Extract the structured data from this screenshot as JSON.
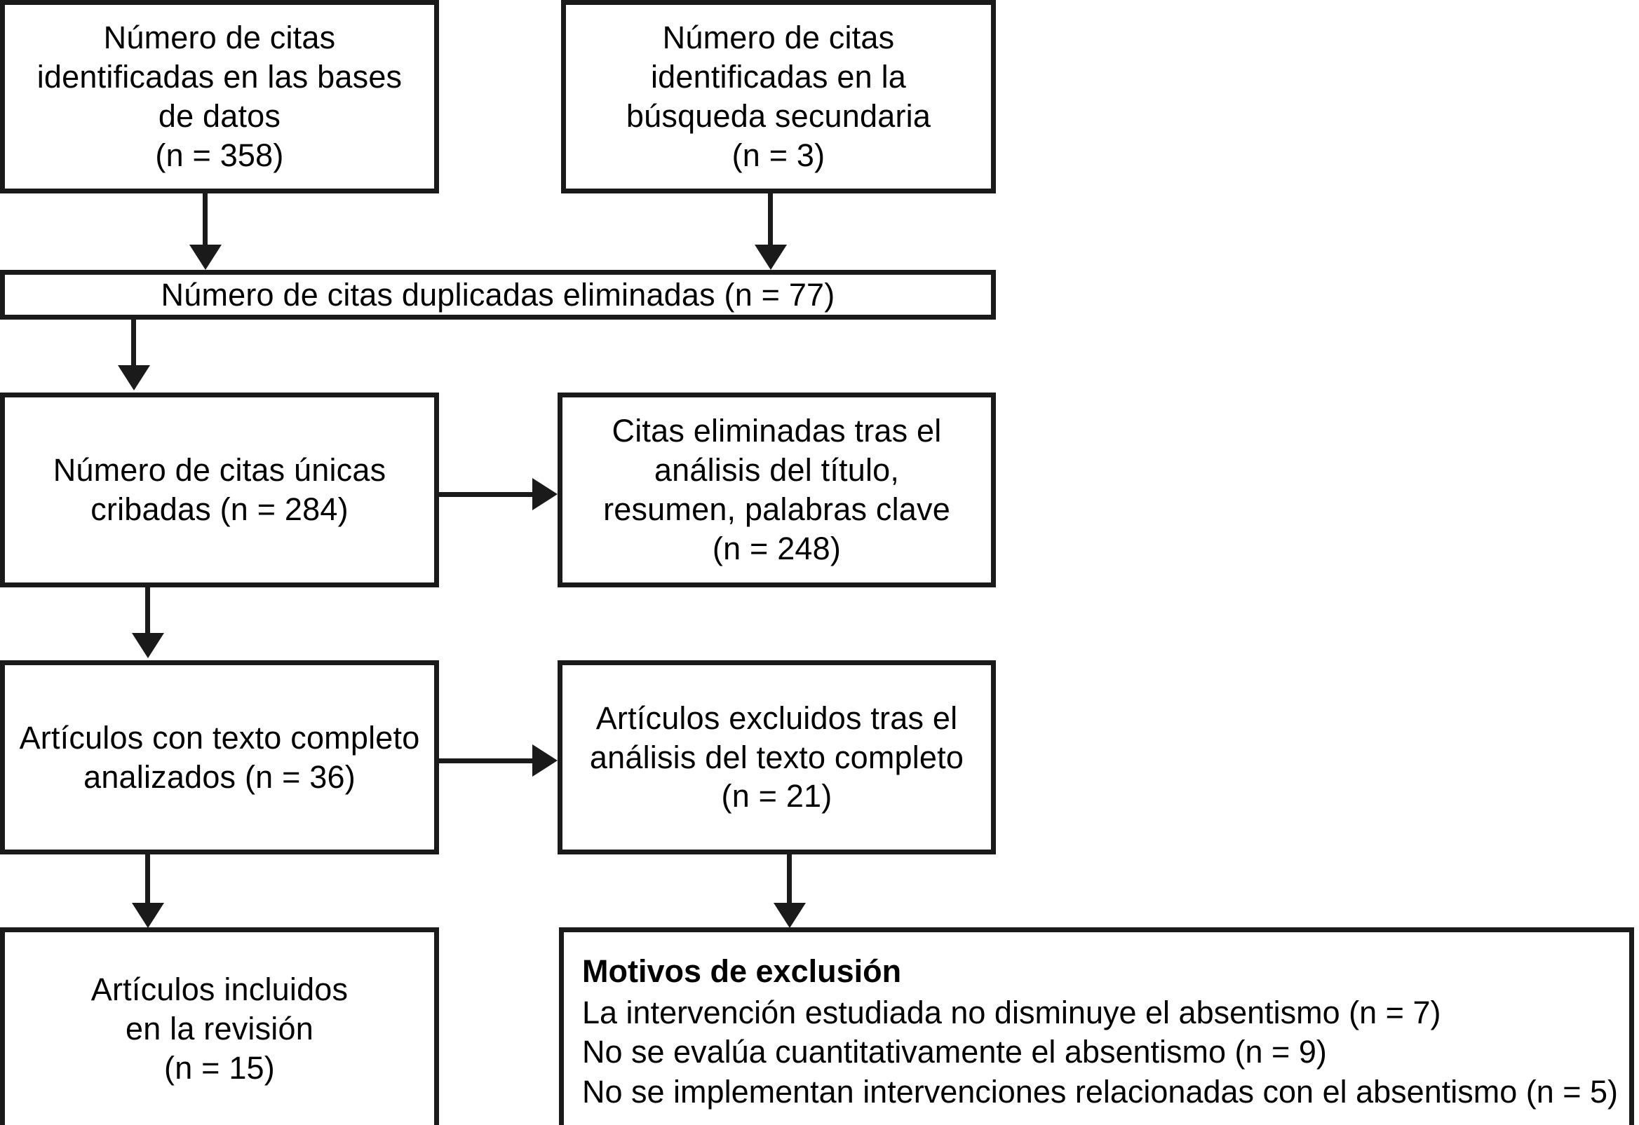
{
  "diagram": {
    "type": "PRISMA flow diagram",
    "language": "es",
    "colors": {
      "line": "#1a1a1a",
      "background": "#ffffff",
      "text": "#000000"
    },
    "nodes": {
      "databases": {
        "text": "Número de citas\nidentificadas en las bases\nde datos\n(n = 358)",
        "n": 358
      },
      "secondary_search": {
        "text": "Número de citas\nidentificadas en la\nbúsqueda secundaria\n(n = 3)",
        "n": 3
      },
      "duplicates_removed": {
        "text": "Número de citas duplicadas eliminadas (n = 77)",
        "n": 77
      },
      "unique_screened": {
        "text": "Número de citas únicas\ncribadas (n = 284)",
        "n": 284
      },
      "excluded_title_abstract": {
        "text": "Citas eliminadas tras el\nanálisis del título,\nresumen, palabras clave\n(n = 248)",
        "n": 248
      },
      "fulltext_assessed": {
        "text": "Artículos con texto completo\nanalizados (n = 36)",
        "n": 36
      },
      "excluded_fulltext": {
        "text": "Artículos excluidos tras el\nanálisis del texto completo\n(n = 21)",
        "n": 21
      },
      "included": {
        "text": "Artículos incluidos\nen la revisión\n(n = 15)",
        "n": 15
      },
      "exclusion_reasons": {
        "heading": "Motivos de exclusión",
        "items": [
          "La intervención estudiada no disminuye el absentismo (n = 7)",
          "No se evalúa cuantitativamente el absentismo (n = 9)",
          "No se implementan intervenciones relacionadas con el absentismo (n = 5)"
        ]
      }
    }
  }
}
